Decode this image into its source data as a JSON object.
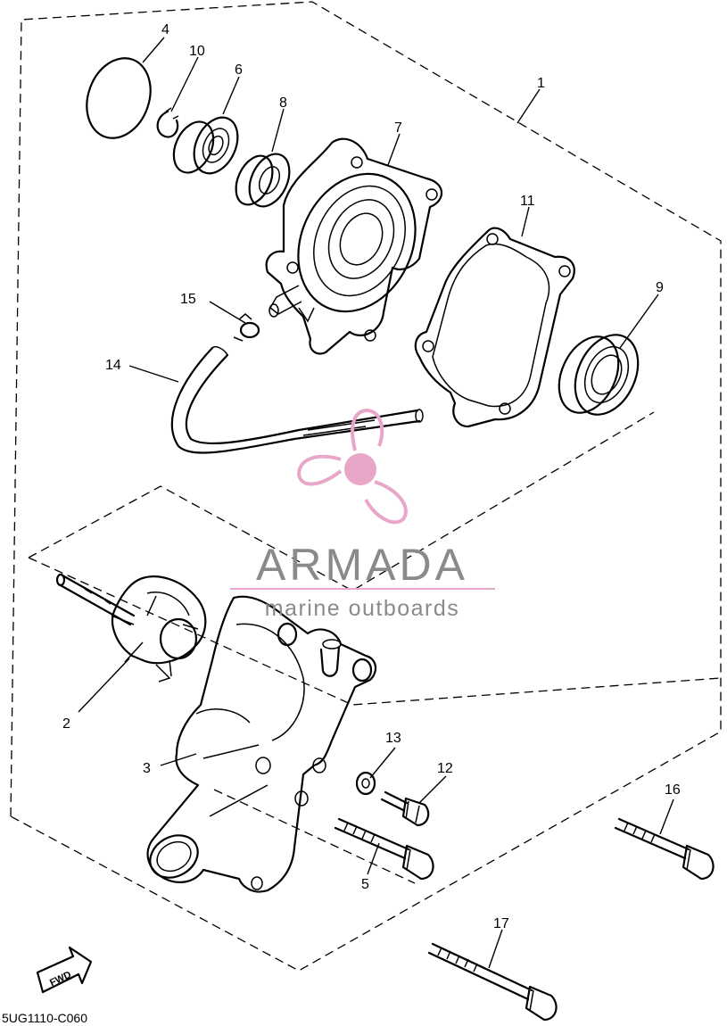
{
  "diagram": {
    "callouts": [
      "1",
      "2",
      "3",
      "4",
      "5",
      "6",
      "7",
      "8",
      "9",
      "10",
      "11",
      "12",
      "13",
      "14",
      "15",
      "16",
      "17"
    ],
    "part_code": "5UG1110-C060",
    "fwd_label": "FWD"
  },
  "watermark": {
    "brand": "ARMADA",
    "tagline": "marine outboards",
    "colors": {
      "pink": "#e8a6c8",
      "gray": "#8a8a8a"
    }
  }
}
